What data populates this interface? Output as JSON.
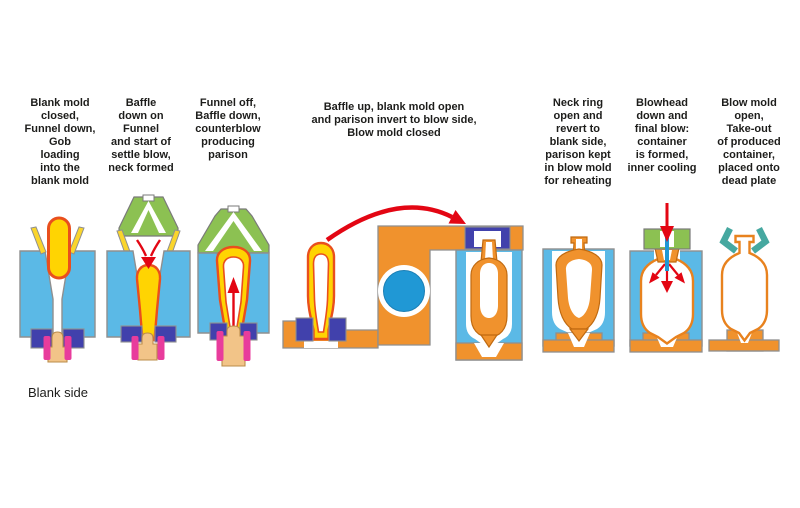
{
  "stages": [
    {
      "label": "Blank mold\nclosed,\nFunnel down,\nGob\nloading\ninto the\nblank mold"
    },
    {
      "label": "Baffle\ndown on\nFunnel\nand start of\nsettle blow,\nneck formed"
    },
    {
      "label": "Funnel off,\nBaffle down,\ncounterblow\nproducing\nparison"
    },
    {
      "label": "Baffle up, blank mold open\nand parison invert to blow side,\nBlow mold closed"
    },
    {
      "label": "Neck ring\nopen and\nrevert to\nblank side,\nparison kept\nin blow mold\nfor reheating"
    },
    {
      "label": "Blowhead\ndown and\nfinal blow:\ncontainer\nis formed,\ninner cooling"
    },
    {
      "label": "Blow mold\nopen,\nTake-out\nof produced\ncontainer,\nplaced onto\ndead plate"
    }
  ],
  "side_label": "Blank side",
  "palette": {
    "mold_blue": "#5BB9E6",
    "neck_ring_blue": "#4141AC",
    "mechanism_orange": "#F0922D",
    "hot_glass_yellow": "#FFD402",
    "hot_glass_outline": "#E94F1D",
    "cooling_glass_orange": "#F0922D",
    "container_outline": "#E8821E",
    "baffle_green": "#8CC152",
    "tongs_teal": "#46A8A0",
    "guide_pink": "#E83C9C",
    "plunger_tan": "#F2C488",
    "arrow_red": "#E30613",
    "pivot_blue": "#2098D5"
  },
  "icons": {
    "gob-icon": "yellow glass gob capsule",
    "funnel-icon": "yellow funnel guides",
    "baffle-icon": "green baffle block",
    "blank-mold-icon": "light blue blank mold halves",
    "neck-ring-icon": "dark blue neck ring",
    "plunger-icon": "tan plunger",
    "guide-pins-icon": "pink guide pins",
    "parison-icon": "glass parison",
    "invert-arm-icon": "orange invert mechanism",
    "pivot-icon": "blue rotation pivot",
    "blow-mold-icon": "light blue blow mold",
    "blowhead-icon": "green blowhead with air tube",
    "takeout-tongs-icon": "teal take-out tongs",
    "dead-plate-icon": "orange dead plate",
    "transfer-arrow-icon": "red invert transfer arrow",
    "air-arrow-icon": "red air-flow arrows"
  }
}
